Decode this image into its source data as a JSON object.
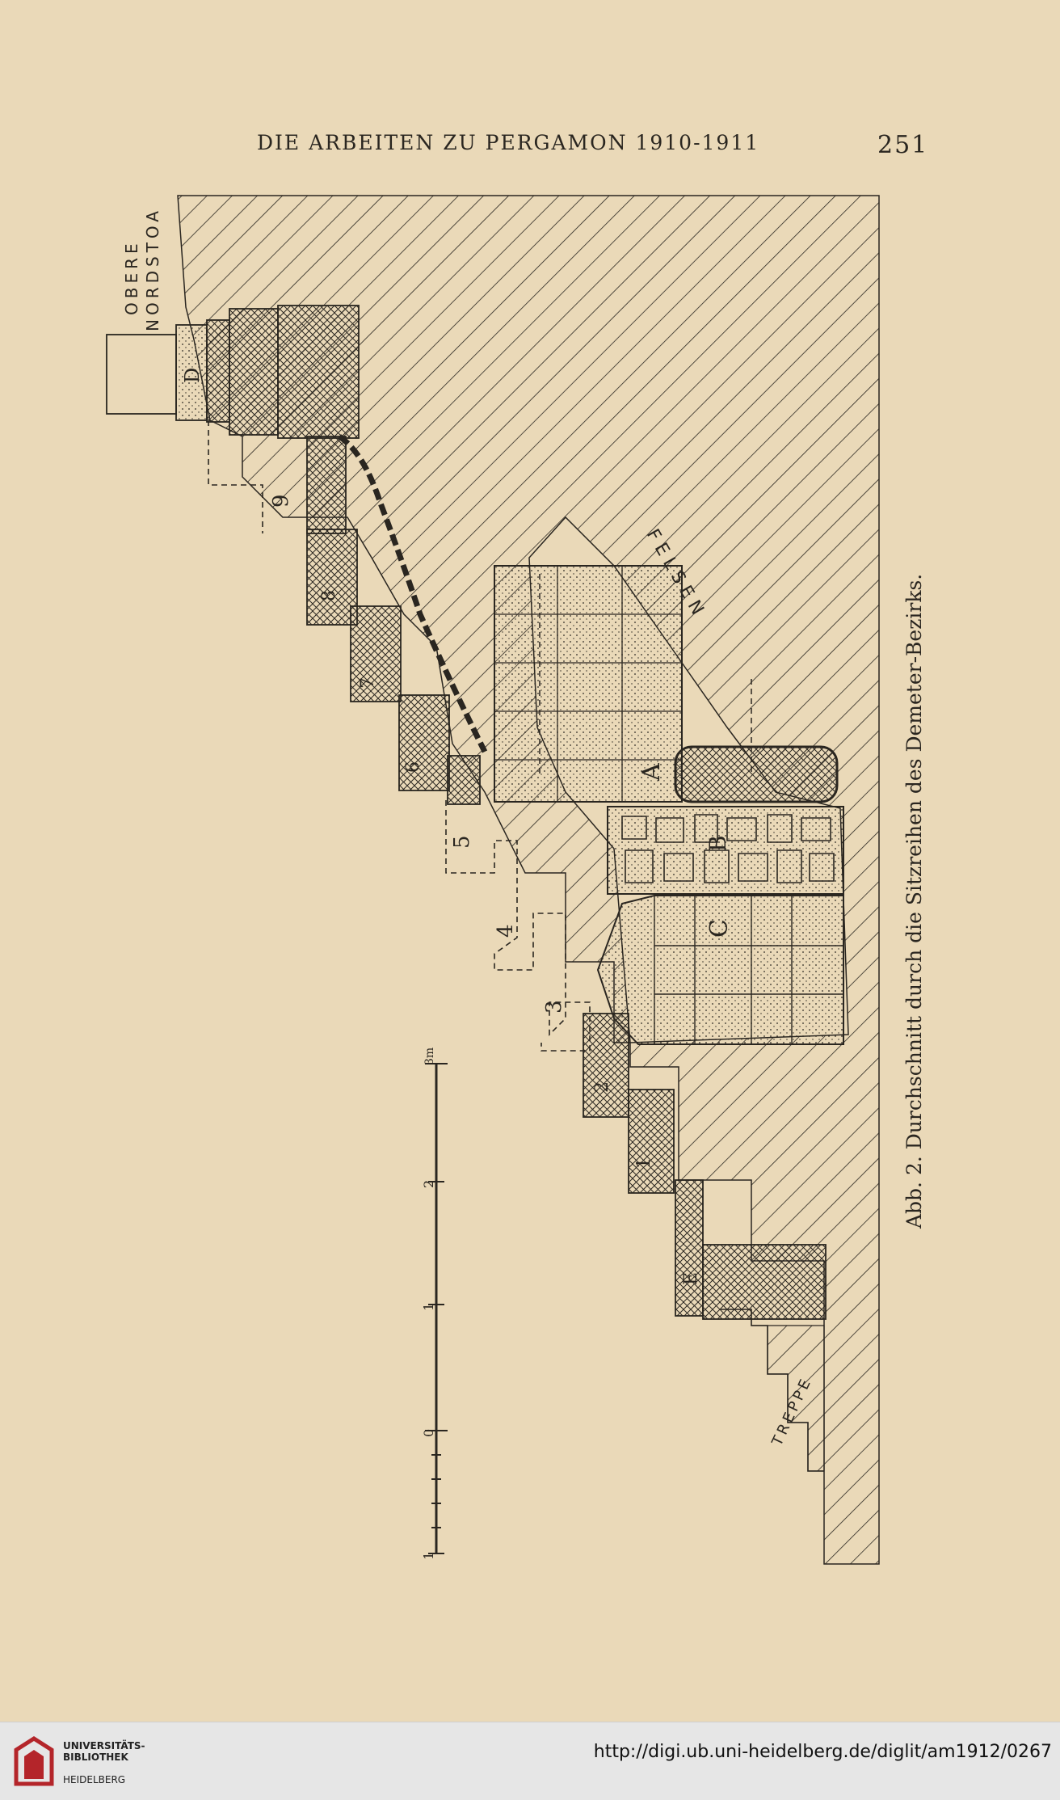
{
  "header": {
    "running_title": "DIE ARBEITEN ZU PERGAMON 1910-1911",
    "page_number": "251"
  },
  "figure": {
    "caption": "Abb. 2. Durchschnitt durch die Sitzreihen des Demeter-Bezirks.",
    "labels": {
      "obere": "OBERE",
      "nordstoa": "NORDSTOA",
      "felsen": "F E L S E N",
      "treppe": "TREPPE"
    },
    "block_labels": [
      "D",
      "A",
      "B",
      "C",
      "E"
    ],
    "row_numbers": [
      "9",
      "8",
      "7",
      "6",
      "5",
      "4",
      "3",
      "2",
      "1"
    ],
    "scale": {
      "unit_label": "3m",
      "tick_labels": [
        "2",
        "1",
        "0",
        "1"
      ]
    }
  },
  "footer": {
    "library_name": "UNIVERSITÄTS-\nBIBLIOTHEK",
    "library_city": "HEIDELBERG",
    "source_url": "http://digi.ub.uni-heidelberg.de/diglit/am1912/0267"
  },
  "colors": {
    "paper": "#ead9b8",
    "ink": "#2a2620",
    "footer_bg": "#e6e6e6",
    "logo_red": "#b4252a"
  }
}
